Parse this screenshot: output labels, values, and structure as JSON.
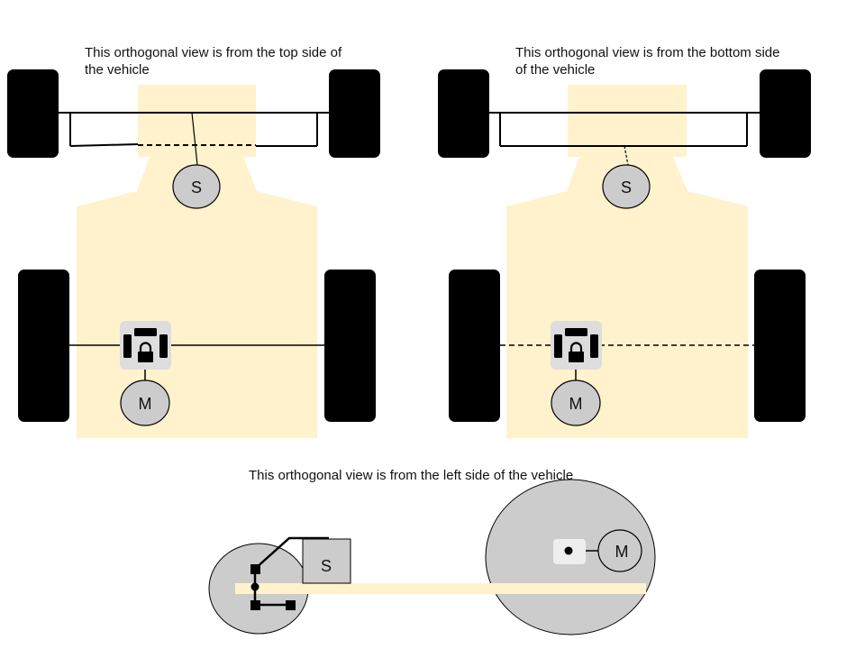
{
  "colors": {
    "chassis": "#fff2cc",
    "wheel": "#000000",
    "component_fill": "#cccccc",
    "block_fill": "#dddddd",
    "line": "#000000"
  },
  "views": {
    "top": {
      "caption_line1": "This orthogonal view is from the top side of",
      "caption_line2": "the vehicle",
      "steering_label": "S",
      "motor_label": "M"
    },
    "bottom": {
      "caption_line1": "This orthogonal view is from the bottom side",
      "caption_line2": "of the vehicle",
      "steering_label": "S",
      "motor_label": "M"
    },
    "side": {
      "caption": "This orthogonal view is from the left side of the vehicle",
      "steering_label": "S",
      "motor_label": "M"
    }
  },
  "icons": {
    "differential": "padlock-differential-icon"
  }
}
